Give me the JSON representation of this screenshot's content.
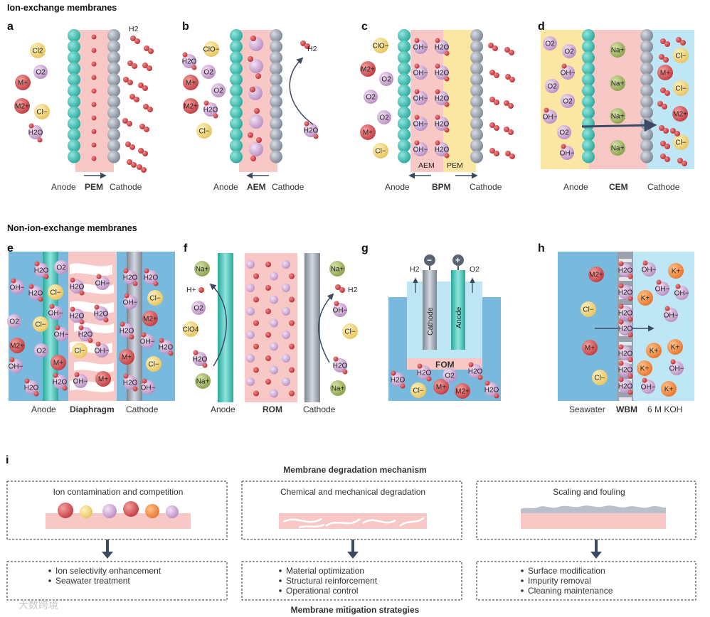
{
  "sections": {
    "ion_exchange": "Ion-exchange membranes",
    "non_ion_exchange": "Non-ion-exchange membranes"
  },
  "panels": {
    "a": {
      "letter": "a",
      "left": "Anode",
      "middle": "PEM",
      "right": "Cathode",
      "h2": "H2"
    },
    "b": {
      "letter": "b",
      "left": "Anode",
      "middle": "AEM",
      "right": "Cathode",
      "h2": "H2"
    },
    "c": {
      "letter": "c",
      "left": "Anode",
      "middle": "BPM",
      "right": "Cathode",
      "aem": "AEM",
      "pem": "PEM"
    },
    "d": {
      "letter": "d",
      "left": "Anode",
      "middle": "CEM",
      "right": "Cathode"
    },
    "e": {
      "letter": "e",
      "left": "Anode",
      "middle": "Diaphragm",
      "right": "Cathode"
    },
    "f": {
      "letter": "f",
      "left": "Anode",
      "middle": "ROM",
      "right": "Cathode",
      "h2": "H2",
      "hplus": "H+"
    },
    "g": {
      "letter": "g",
      "middle": "FOM",
      "cathode": "Cathode",
      "anode": "Anode",
      "h2": "H2",
      "o2": "O2",
      "minus": "−",
      "plus": "+"
    },
    "h": {
      "letter": "h",
      "left": "Seawater",
      "middle": "WBM",
      "right": "6 M KOH"
    }
  },
  "species": {
    "cl2": "Cl2",
    "o2": "O2",
    "mplus": "M+",
    "m2plus": "M2+",
    "clminus": "Cl−",
    "h2o": "H2O",
    "clo": "ClO−",
    "ohminus": "OH−",
    "naplus": "Na+",
    "clo4": "ClO4",
    "kplus": "K+"
  },
  "panel_i": {
    "letter": "i",
    "title": "Membrane degradation mechanism",
    "bottom_title": "Membrane mitigation strategies",
    "mechanisms": [
      "Ion contamination and competition",
      "Chemical and mechanical degradation",
      "Scaling and fouling"
    ],
    "strategies": [
      [
        "Ion selectivity enhancement",
        "Seawater treatment"
      ],
      [
        "Material optimization",
        "Structural reinforcement",
        "Operational control"
      ],
      [
        "Surface modification",
        "Impurity removal",
        "Cleaning maintenance"
      ]
    ]
  },
  "watermark": "大数跨境",
  "colors": {
    "teal": "#3fc1b5",
    "grey": "#9aa1ad",
    "pink": "#f7c8c6",
    "yellow": "#fbe6a4",
    "lightblue": "#bfe6f5",
    "blue": "#7ab9de",
    "purple": "#d8b5dd",
    "o_red": "#d0424a",
    "arrow": "#3d4a63"
  }
}
